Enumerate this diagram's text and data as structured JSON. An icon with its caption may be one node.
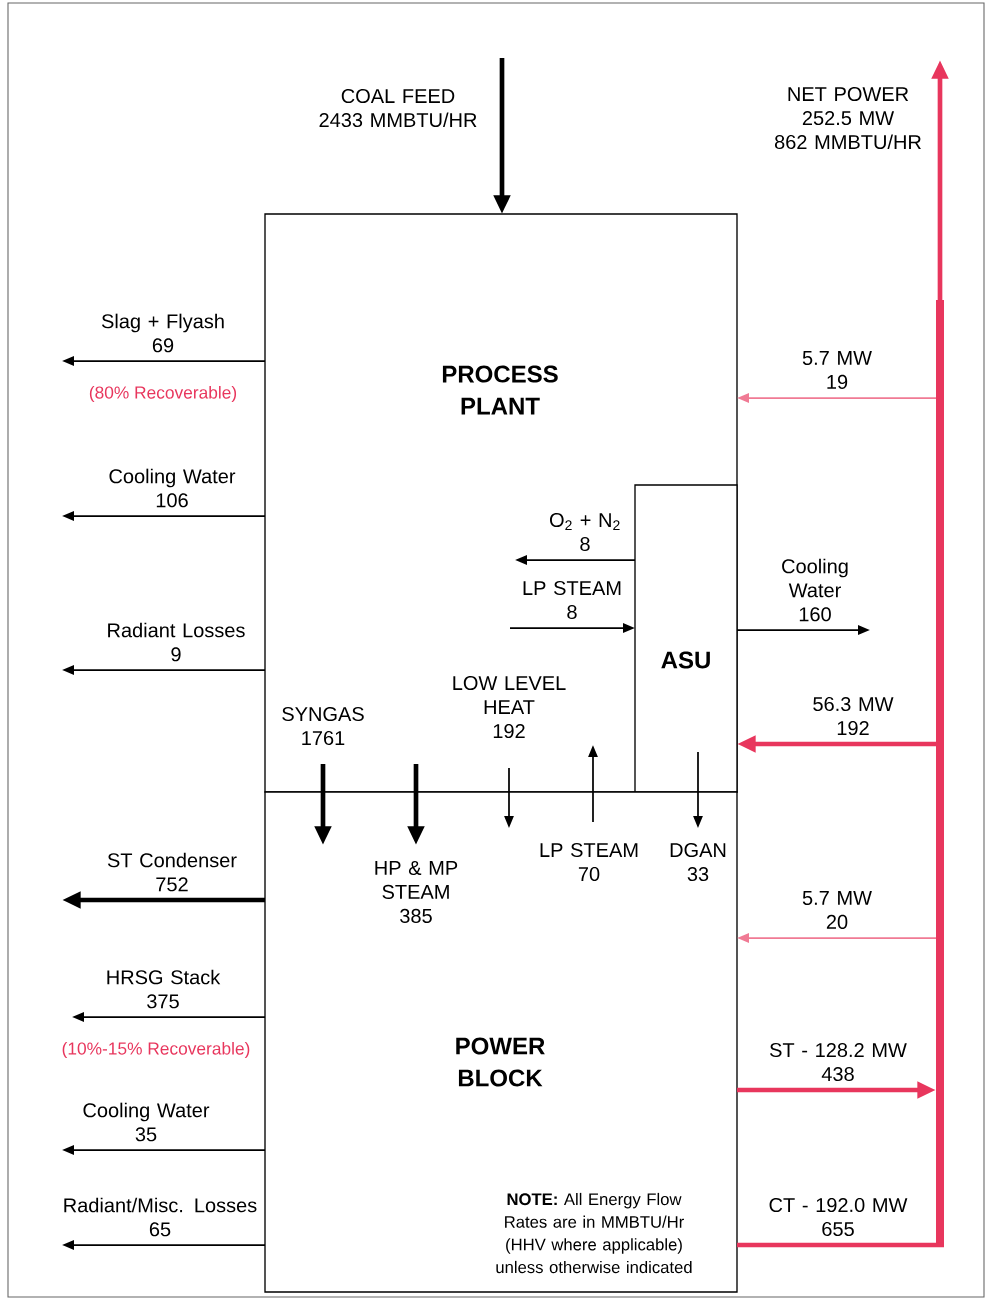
{
  "diagram": {
    "nodes": [
      {
        "text": [
          "PROCESS PLANT"
        ]
      },
      {
        "text": [
          "ASU"
        ],
        "in": 0
      },
      {
        "text": [
          "POWER BLOCK",
          "**NOTE:** All Energy Flow Rates are in MMBTU/Hr (HHV where applicable) unless otherwise indicated"
        ]
      },
      {
        "text": [],
        "shape": "bar"
      }
    ],
    "edges": [
      {
        "from": null,
        "to": 0,
        "arrow": "to",
        "label": "COAL FEED 2433 MMBTU/HR",
        "style": "thick"
      },
      {
        "from": 3,
        "to": null,
        "arrow": "to",
        "label": "NET POWER 252.5 MW 862 MMBTU/HR",
        "style": "thick",
        "color": "#e8365d"
      },
      {
        "from": 0,
        "to": null,
        "arrow": "to",
        "label": "Slag + Flyash 69"
      },
      {
        "from": 3,
        "to": 0,
        "arrow": "to",
        "label": "5.7 MW 19",
        "color": "#f07a94"
      },
      {
        "from": 0,
        "to": null,
        "arrow": "to",
        "label": "Cooling Water 106"
      },
      {
        "from": 1,
        "to": null,
        "arrow": "to",
        "label": "O$_{2}$ + N$_{2}$ 8"
      },
      {
        "from": null,
        "to": 1,
        "arrow": "to",
        "label": "LP STEAM 8"
      },
      {
        "from": 1,
        "to": null,
        "arrow": "to",
        "label": "Cooling Water 160"
      },
      {
        "from": 0,
        "to": null,
        "arrow": "to",
        "label": "Radiant Losses 9"
      },
      {
        "from": 0,
        "to": 2,
        "arrow": "to",
        "label": "SYNGAS 1761",
        "style": "thick"
      },
      {
        "from": 0,
        "to": 2,
        "arrow": "to",
        "label": "HP & MP STEAM 385",
        "style": "thick"
      },
      {
        "from": 0,
        "to": 2,
        "arrow": "to",
        "label": "LOW LEVEL HEAT 192"
      },
      {
        "from": 2,
        "to": 0,
        "arrow": "to",
        "label": "LP STEAM 70"
      },
      {
        "from": 1,
        "to": 2,
        "arrow": "to",
        "label": "DGAN 33"
      },
      {
        "from": 3,
        "to": 1,
        "arrow": "to",
        "label": "56.3 MW 192",
        "style": "thick",
        "color": "#e8365d"
      },
      {
        "from": 2,
        "to": null,
        "arrow": "to",
        "label": "ST Condenser 752",
        "style": "thick"
      },
      {
        "from": 3,
        "to": 2,
        "arrow": "to",
        "label": "5.7 MW 20",
        "color": "#f07a94"
      },
      {
        "from": 2,
        "to": null,
        "arrow": "to",
        "label": "HRSG Stack 375"
      },
      {
        "from": 2,
        "to": 3,
        "arrow": "to",
        "label": "ST - 128.2 MW 438",
        "style": "thick",
        "color": "#e8365d"
      },
      {
        "from": 2,
        "to": null,
        "arrow": "to",
        "label": "Cooling Water 35"
      },
      {
        "from": 2,
        "to": null,
        "arrow": "to",
        "label": "Radiant/Misc. Losses 65"
      },
      {
        "from": 2,
        "to": 3,
        "arrow": "none",
        "label": "CT - 192.0 MW 655",
        "style": "thick",
        "color": "#e8365d"
      }
    ],
    "labels": [
      "(80% Recoverable)",
      "(10%-15% Recoverable)"
    ]
  }
}
